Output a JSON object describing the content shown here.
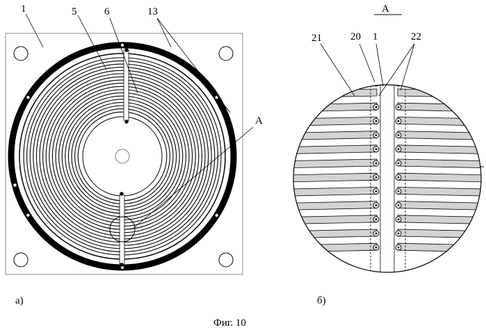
{
  "figure": {
    "caption": "Фиг. 10",
    "panel_a": {
      "label": "а)",
      "callouts": {
        "c1": "1",
        "c5": "5",
        "c6": "6",
        "c13": "13",
        "cA": "A"
      }
    },
    "panel_b": {
      "label": "б)",
      "title": "A",
      "callouts": {
        "c21": "21",
        "c20": "20",
        "c1": "1",
        "c22": "22"
      }
    }
  }
}
